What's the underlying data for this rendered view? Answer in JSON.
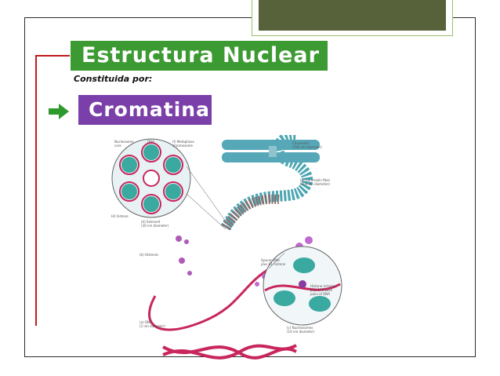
{
  "slide": {
    "title": "Estructura Nuclear",
    "subtitle": "Constituida por:",
    "section": "Cromatina"
  },
  "diagram": {
    "labels": [
      "Nucleosome",
      "core",
      "DNA",
      "(f) Metaphase",
      "chromosome",
      "Chromatid",
      "(700 nm diameter)",
      "(e) Chromatin fiber",
      "(300 nm diameter)",
      "H1 histone",
      "(d) Solenoid",
      "(30 nm diameter)",
      "(b) Histones",
      "Spacer DNA",
      "plus H1 histone",
      "Histone octamer",
      "plus 146 base",
      "pairs of DNA",
      "(a) DNA",
      "(2 nm diameter)",
      "(c) Nucleosomes",
      "(10 nm diameter)"
    ]
  },
  "colors": {
    "title_bg": "#3c9a32",
    "section_bg": "#7a3fa8",
    "accent_line": "#c01c1c",
    "arrow": "#2e9a2e",
    "deco_bg": "#58623a"
  },
  "icons": {
    "arrow": "right-arrow-icon"
  }
}
